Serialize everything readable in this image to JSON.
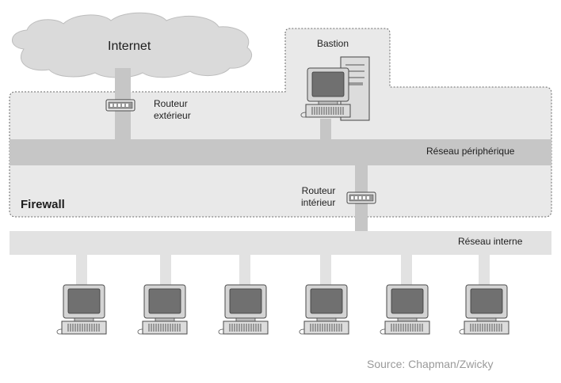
{
  "labels": {
    "internet": "Internet",
    "bastion": "Bastion",
    "router_exterior_line1": "Routeur",
    "router_exterior_line2": "extérieur",
    "peripheral_network": "Réseau périphérique",
    "router_interior_line1": "Routeur",
    "router_interior_line2": "intérieur",
    "firewall": "Firewall",
    "internal_network": "Réseau interne"
  },
  "source": "Source: Chapman/Zwicky",
  "colors": {
    "firewall_zone": "#e9e9e9",
    "peripheral_bar": "#c6c6c6",
    "internal_bar": "#e2e2e2",
    "cloud": "#dadada",
    "screen": "#6e6e6e",
    "caption": "#9a9a9a"
  },
  "internal_workstations_count": 6
}
